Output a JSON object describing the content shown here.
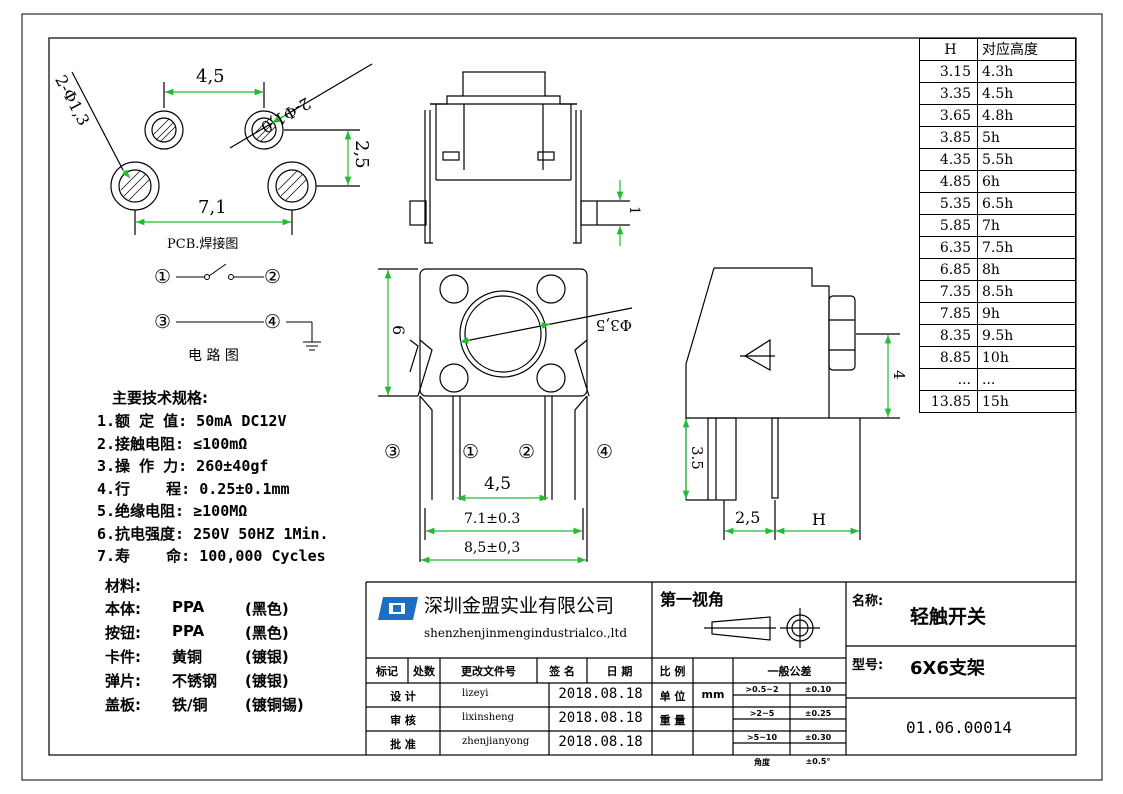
{
  "pcb": {
    "spacing_top": "4,5",
    "spacing_bottom": "7,1",
    "spacing_side": "2,5",
    "hole_large": "2-Φ1,3",
    "hole_small": "2-Φ1,0",
    "title": "PCB.焊接图"
  },
  "circuit": {
    "pin1": "①",
    "pin2": "②",
    "pin3": "③",
    "pin4": "④",
    "title": "电 路 图"
  },
  "side_view": {
    "dim": "1"
  },
  "front_view": {
    "height": "6",
    "button_dia": "Φ3,5",
    "pin_pitch": "4,5",
    "width_7_1": "7.1±0.3",
    "width_8_5": "8,5±0,3",
    "pin1": "①",
    "pin2": "②",
    "pin3": "③",
    "pin4": "④"
  },
  "right_view": {
    "dim_4": "4",
    "dim_3_5": "3.5",
    "dim_2_5": "2,5",
    "dim_h": "H"
  },
  "height_table": {
    "headers": [
      "H",
      "对应高度"
    ],
    "rows": [
      [
        "3.15",
        "4.3h"
      ],
      [
        "3.35",
        "4.5h"
      ],
      [
        "3.65",
        "4.8h"
      ],
      [
        "3.85",
        "5h"
      ],
      [
        "4.35",
        "5.5h"
      ],
      [
        "4.85",
        "6h"
      ],
      [
        "5.35",
        "6.5h"
      ],
      [
        "5.85",
        "7h"
      ],
      [
        "6.35",
        "7.5h"
      ],
      [
        "6.85",
        "8h"
      ],
      [
        "7.35",
        "8.5h"
      ],
      [
        "7.85",
        "9h"
      ],
      [
        "8.35",
        "9.5h"
      ],
      [
        "8.85",
        "10h"
      ],
      [
        "...",
        "..."
      ],
      [
        "13.85",
        "15h"
      ]
    ]
  },
  "specs": {
    "title": "主要技术规格:",
    "items": [
      "1.额 定 值: 50mA DC12V",
      "2.接触电阻: ≤100mΩ",
      "3.操 作 力: 260±40gf",
      "4.行    程: 0.25±0.1mm",
      "5.绝缘电阻: ≥100MΩ",
      "6.抗电强度: 250V 50HZ 1Min.",
      "7.寿    命: 100,000 Cycles"
    ],
    "materials_title": "材料:",
    "materials": [
      [
        "本体:",
        "PPA",
        "(黑色)"
      ],
      [
        "按钮:",
        "PPA",
        "(黑色)"
      ],
      [
        "卡件:",
        "黄铜",
        "(镀银)"
      ],
      [
        "弹片:",
        "不锈钢",
        "(镀银)"
      ],
      [
        "盖板:",
        "铁/铜",
        "(镀铜锡)"
      ]
    ]
  },
  "title_block": {
    "company_cn": "深圳金盟实业有限公司",
    "company_en": "shenzhenjinmengindustrialco.,ltd",
    "view_label": "第一视角",
    "name_label": "名称:",
    "name_value": "轻触开关",
    "model_label": "型号:",
    "model_value": "6X6支架",
    "part_number": "01.06.00014",
    "header_cells": [
      "标记",
      "处数",
      "更改文件号",
      "签 名",
      "日 期"
    ],
    "scale_label": "比 例",
    "unit_label": "单 位",
    "unit_value": "mm",
    "weight_label": "重 量",
    "tolerance_title": "一般公差",
    "tolerances": [
      [
        ">0.5~2",
        "±0.10"
      ],
      [
        ">2~5",
        "±0.25"
      ],
      [
        ">5~10",
        "±0.30"
      ],
      [
        "角度",
        "±0.5°"
      ]
    ],
    "rows": [
      [
        "设 计",
        "lizeyi",
        "2018.08.18"
      ],
      [
        "审 核",
        "lixinsheng",
        "2018.08.18"
      ],
      [
        "批 准",
        "zhenjianyong",
        "2018.08.18"
      ]
    ]
  },
  "colors": {
    "arrow": "#22bb33",
    "logo": "#1b6fc4",
    "line": "#000000"
  }
}
